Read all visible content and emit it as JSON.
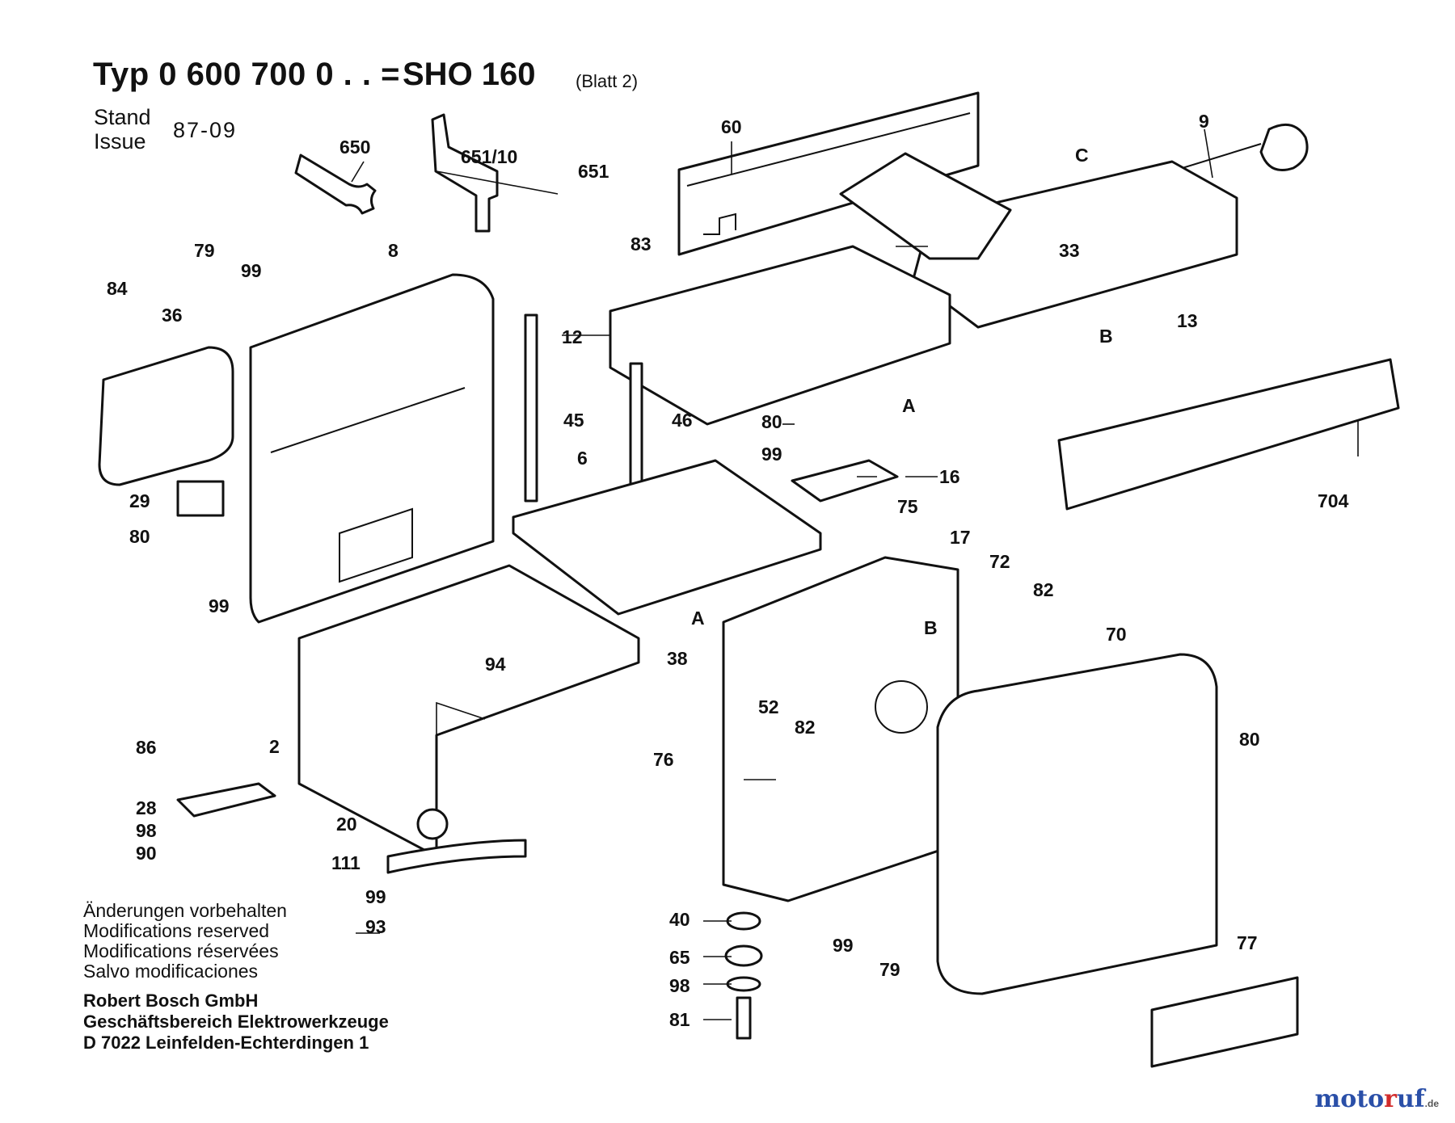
{
  "header": {
    "typ_line": "Typ 0 600 700 0 . . =",
    "model": "SHO 160",
    "sheet": "(Blatt 2)",
    "stand_label_1": "Stand",
    "stand_label_2": "Issue",
    "stand_date": "87-09"
  },
  "footer": {
    "modifications": [
      "Änderungen vorbehalten",
      "Modifications reserved",
      "Modifications réservées",
      "Salvo modificaciones"
    ],
    "company": [
      "Robert Bosch GmbH",
      "Geschäftsbereich Elektrowerkzeuge",
      "D 7022 Leinfelden-Echterdingen 1"
    ]
  },
  "watermark": {
    "part1": "moto",
    "part2": "r",
    "part3": "uf",
    "part4": ".de"
  },
  "part_labels": [
    {
      "id": "650",
      "text": "650"
    },
    {
      "id": "651-10",
      "text": "651/10"
    },
    {
      "id": "651",
      "text": "651"
    },
    {
      "id": "60",
      "text": "60"
    },
    {
      "id": "9",
      "text": "9"
    },
    {
      "id": "c-top",
      "text": "C"
    },
    {
      "id": "83",
      "text": "83"
    },
    {
      "id": "33",
      "text": "33"
    },
    {
      "id": "13",
      "text": "13"
    },
    {
      "id": "b-top",
      "text": "B"
    },
    {
      "id": "12",
      "text": "12"
    },
    {
      "id": "a-top",
      "text": "A"
    },
    {
      "id": "79-top",
      "text": "79"
    },
    {
      "id": "99-top",
      "text": "99"
    },
    {
      "id": "8",
      "text": "8"
    },
    {
      "id": "84",
      "text": "84"
    },
    {
      "id": "36",
      "text": "36"
    },
    {
      "id": "45",
      "text": "45"
    },
    {
      "id": "46",
      "text": "46"
    },
    {
      "id": "80-mid",
      "text": "80"
    },
    {
      "id": "99-mid",
      "text": "99"
    },
    {
      "id": "16",
      "text": "16"
    },
    {
      "id": "6",
      "text": "6"
    },
    {
      "id": "704",
      "text": "704"
    },
    {
      "id": "29",
      "text": "29"
    },
    {
      "id": "80-left",
      "text": "80"
    },
    {
      "id": "99-left",
      "text": "99"
    },
    {
      "id": "75",
      "text": "75"
    },
    {
      "id": "17",
      "text": "17"
    },
    {
      "id": "72",
      "text": "72"
    },
    {
      "id": "82-top",
      "text": "82"
    },
    {
      "id": "b-mid",
      "text": "B"
    },
    {
      "id": "a-mid",
      "text": "A"
    },
    {
      "id": "94",
      "text": "94"
    },
    {
      "id": "70",
      "text": "70"
    },
    {
      "id": "38",
      "text": "38"
    },
    {
      "id": "52",
      "text": "52"
    },
    {
      "id": "82-mid",
      "text": "82"
    },
    {
      "id": "86",
      "text": "86"
    },
    {
      "id": "2",
      "text": "2"
    },
    {
      "id": "76",
      "text": "76"
    },
    {
      "id": "80-right",
      "text": "80"
    },
    {
      "id": "28",
      "text": "28"
    },
    {
      "id": "98-left",
      "text": "98"
    },
    {
      "id": "90",
      "text": "90"
    },
    {
      "id": "20",
      "text": "20"
    },
    {
      "id": "111",
      "text": "111"
    },
    {
      "id": "99-low",
      "text": "99"
    },
    {
      "id": "93",
      "text": "93"
    },
    {
      "id": "40",
      "text": "40"
    },
    {
      "id": "99-bot",
      "text": "99"
    },
    {
      "id": "79-bot",
      "text": "79"
    },
    {
      "id": "65",
      "text": "65"
    },
    {
      "id": "98-bot",
      "text": "98"
    },
    {
      "id": "81",
      "text": "81"
    },
    {
      "id": "77",
      "text": "77"
    }
  ]
}
